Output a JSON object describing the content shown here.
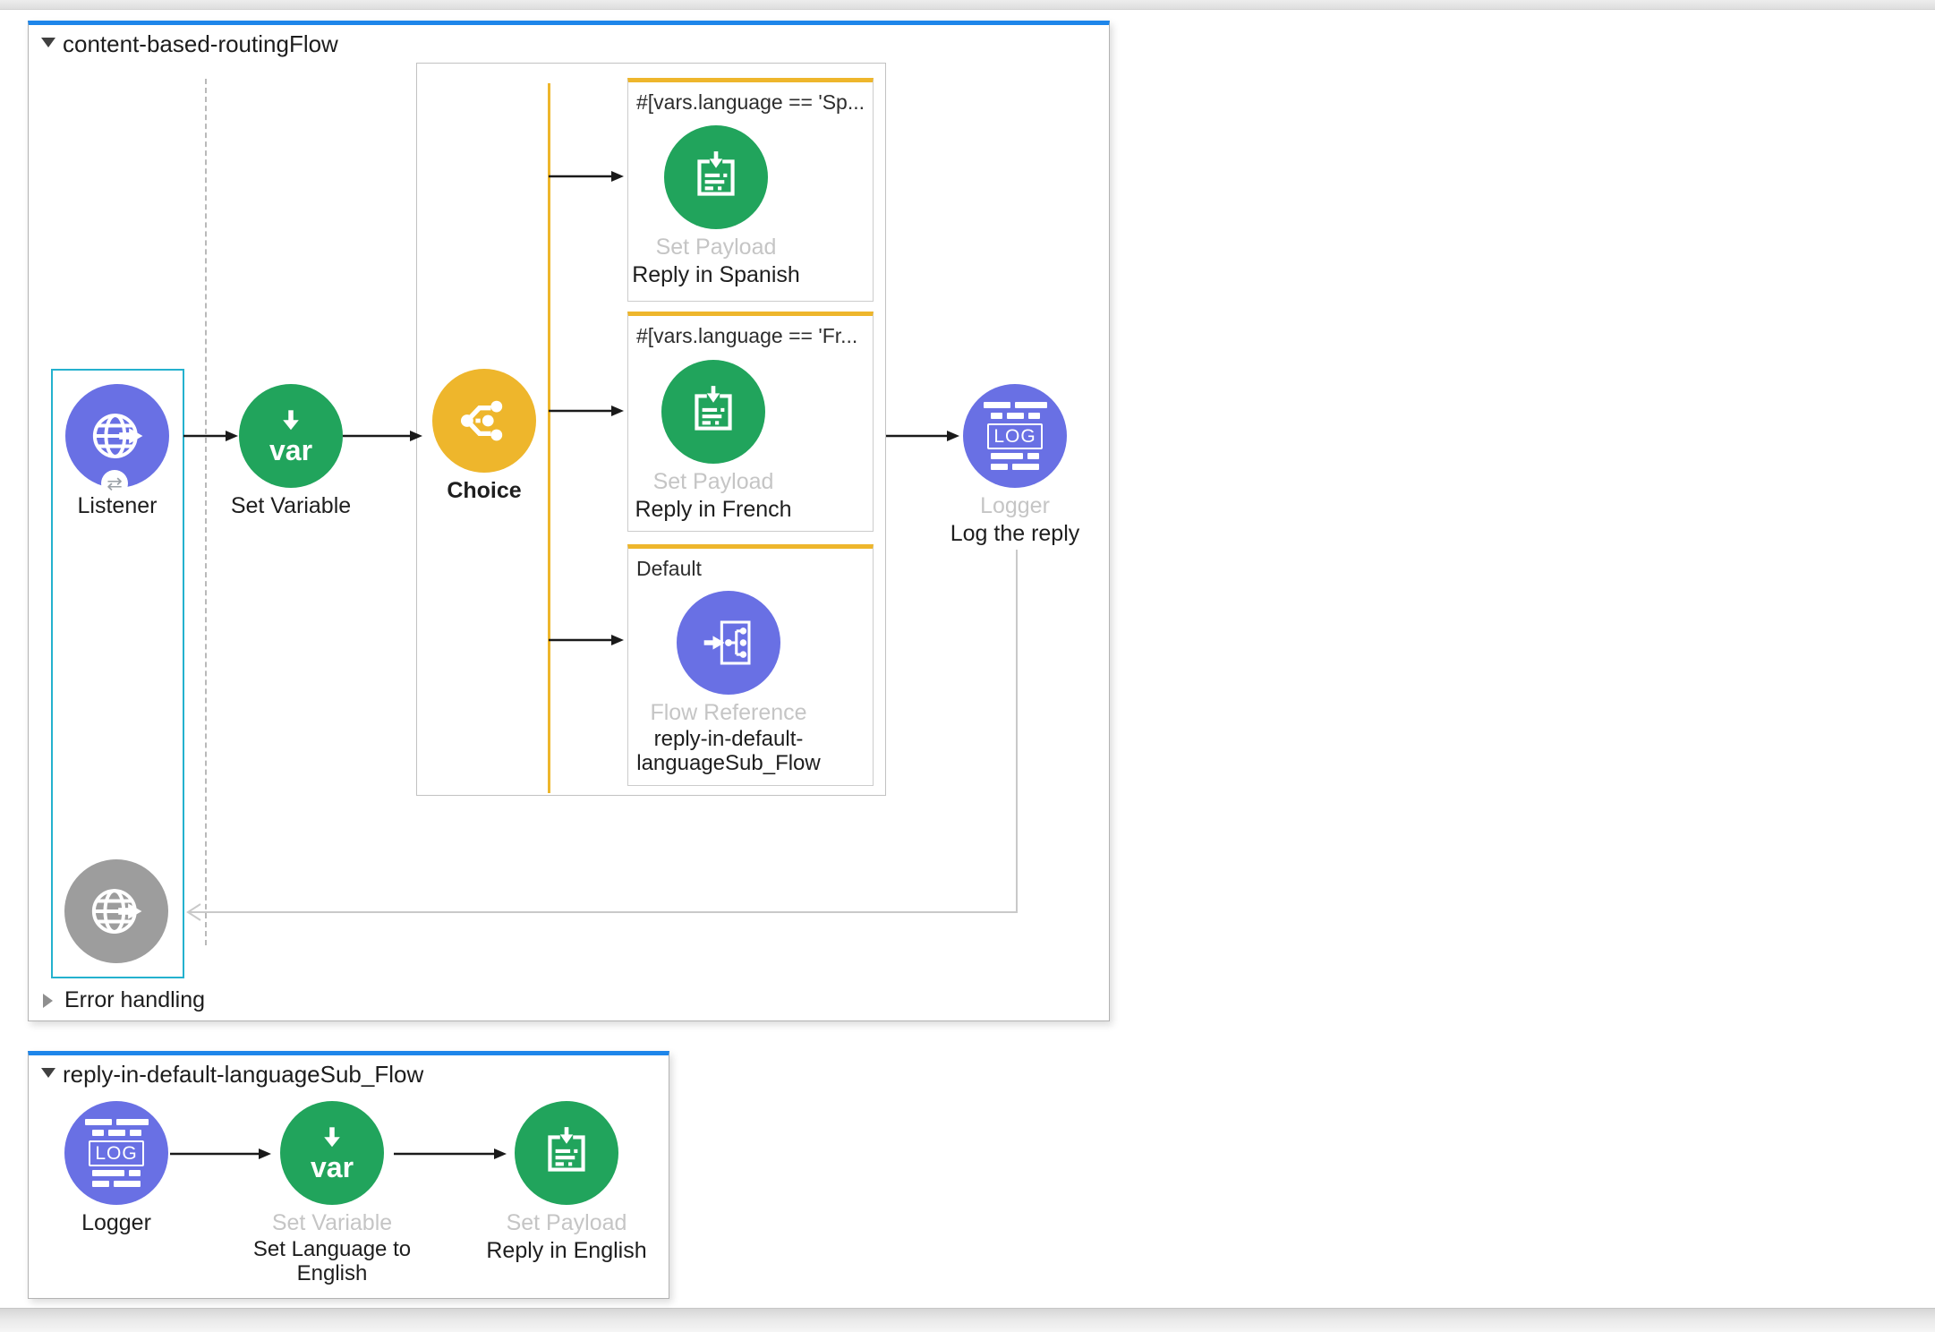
{
  "colors": {
    "flow_accent_blue": "#1e86ea",
    "selection_teal": "#24b1ce",
    "node_indigo": "#6970e4",
    "node_green": "#21a45c",
    "node_yellow": "#eeb62c",
    "node_gray": "#9d9d9d",
    "branch_bar_yellow": "#eeb62c"
  },
  "main_flow": {
    "title": "content-based-routingFlow",
    "error_handling_label": "Error handling",
    "listener": {
      "name": "Listener",
      "badge_glyph": "⇄"
    },
    "set_variable": {
      "name": "Set Variable",
      "icon_text": "var"
    },
    "choice": {
      "name": "Choice"
    },
    "branches": [
      {
        "condition": "#[vars.language == 'Sp...",
        "type": "Set Payload",
        "name": "Reply in Spanish"
      },
      {
        "condition": "#[vars.language == 'Fr...",
        "type": "Set Payload",
        "name": "Reply in French"
      },
      {
        "condition": "Default",
        "type": "Flow Reference",
        "name_line1": "reply-in-default-",
        "name_line2": "languageSub_Flow"
      }
    ],
    "logger": {
      "type": "Logger",
      "name": "Log the reply",
      "icon_text": "LOG"
    }
  },
  "sub_flow": {
    "title": "reply-in-default-languageSub_Flow",
    "logger": {
      "name": "Logger",
      "icon_text": "LOG"
    },
    "set_variable": {
      "type": "Set Variable",
      "name_line1": "Set Language to",
      "name_line2": "English",
      "icon_text": "var"
    },
    "set_payload": {
      "type": "Set Payload",
      "name": "Reply in English"
    }
  }
}
